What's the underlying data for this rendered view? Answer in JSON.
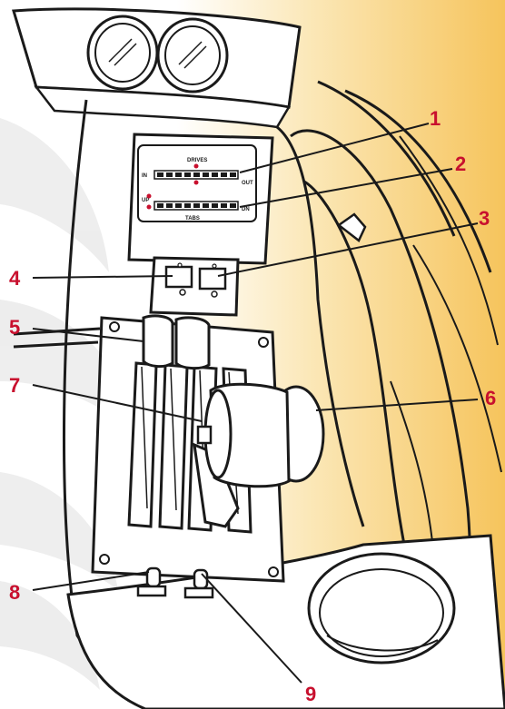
{
  "panel": {
    "drives_label": "DRIVES",
    "tabs_label": "TABS",
    "in_label": "IN",
    "out_label": "OUT",
    "up_label": "UP",
    "dn_label": "DN"
  },
  "callouts": [
    {
      "id": "1",
      "label": "1"
    },
    {
      "id": "2",
      "label": "2"
    },
    {
      "id": "3",
      "label": "3"
    },
    {
      "id": "4",
      "label": "4"
    },
    {
      "id": "5",
      "label": "5"
    },
    {
      "id": "6",
      "label": "6"
    },
    {
      "id": "7",
      "label": "7"
    },
    {
      "id": "8",
      "label": "8"
    },
    {
      "id": "9",
      "label": "9"
    }
  ],
  "colors": {
    "callout": "#c8102e",
    "gradient_start": "#ffffff",
    "gradient_end": "#f6c45c",
    "line": "#1a1a1a"
  }
}
